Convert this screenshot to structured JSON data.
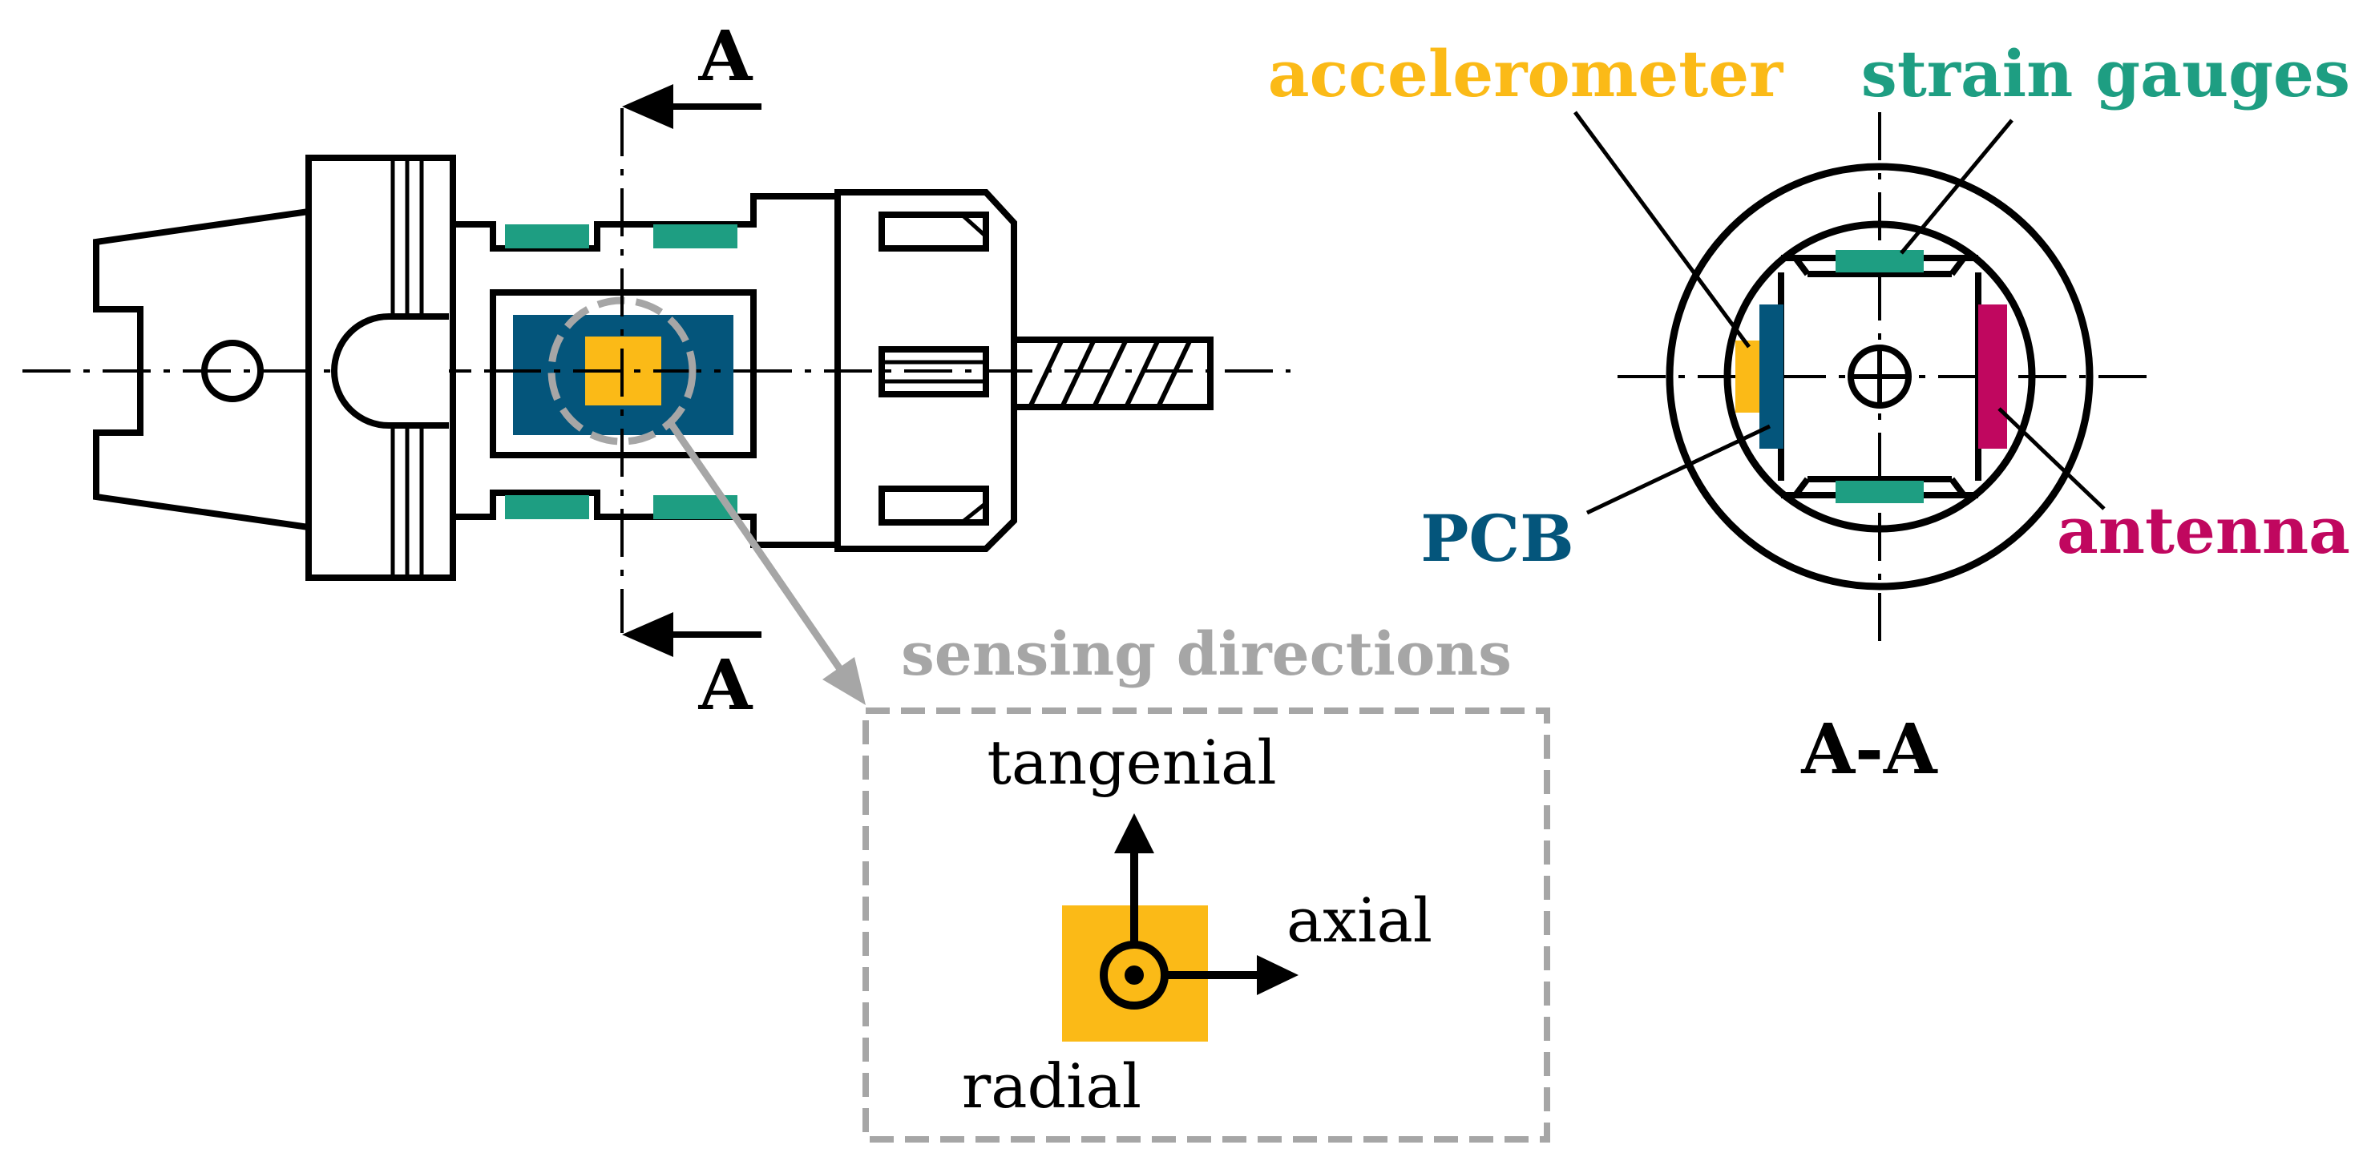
{
  "labels": {
    "section_top": "A",
    "section_bottom": "A",
    "section_view": "A-A",
    "accelerometer": "accelerometer",
    "strain_gauges": "strain gauges",
    "pcb": "PCB",
    "antenna": "antenna",
    "sensing_directions": "sensing directions",
    "tangential": "tangenial",
    "axial": "axial",
    "radial": "radial"
  },
  "colors": {
    "accelerometer": "#FBBA17",
    "strain_gauges": "#1E9E82",
    "pcb": "#04557B",
    "antenna": "#C0075F",
    "outline": "#000000",
    "highlight": "#A6A6A6"
  }
}
